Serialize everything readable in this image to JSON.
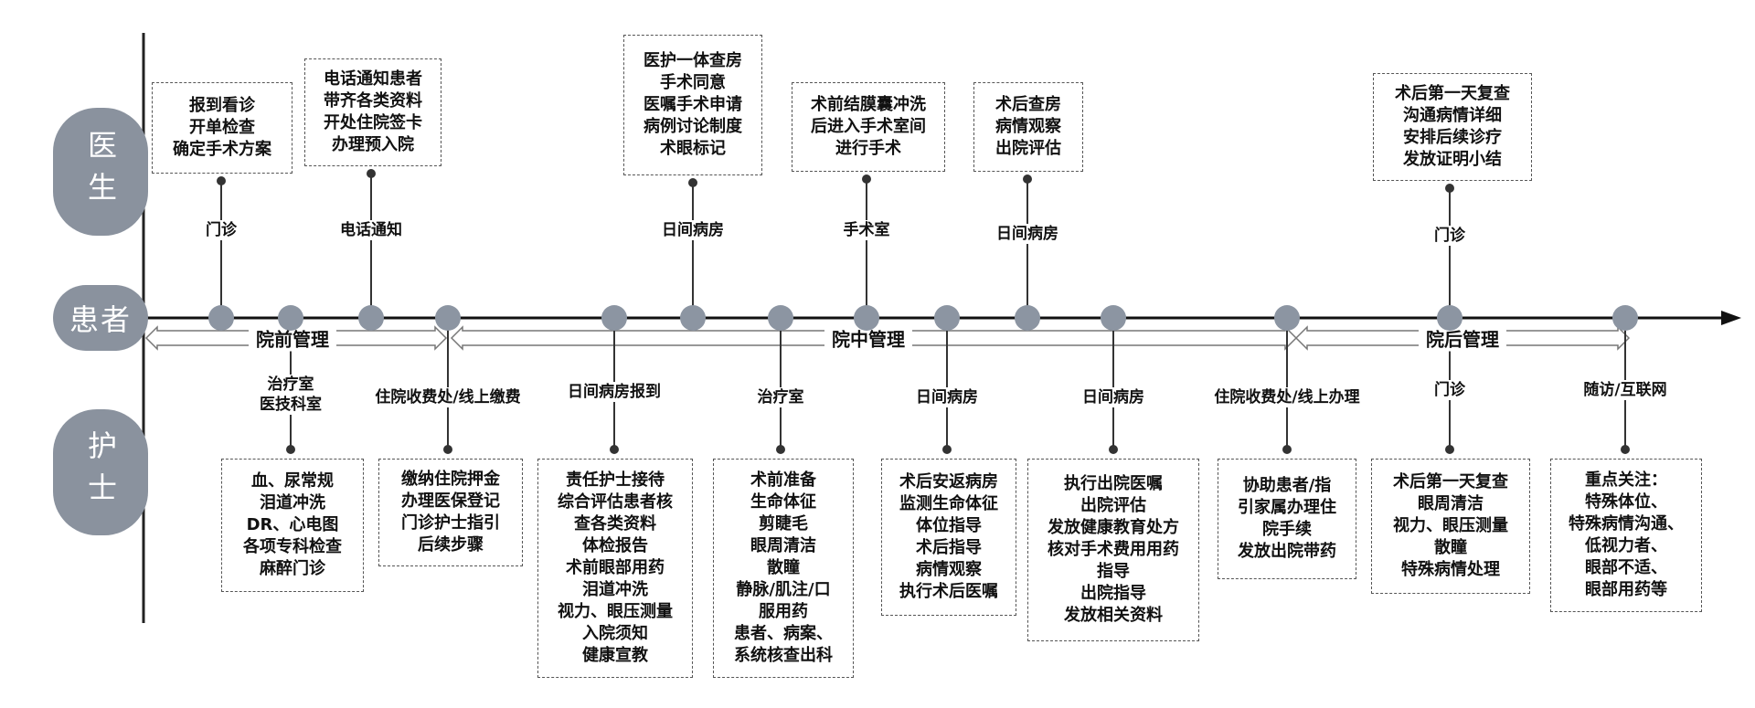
{
  "roles": {
    "doctor": "医生",
    "patient": "患者",
    "nurse": "护士"
  },
  "phases": {
    "pre": "院前管理",
    "mid": "院中管理",
    "post": "院后管理"
  },
  "doctor_nodes": [
    {
      "location": "门诊",
      "lines": [
        "报到看诊",
        "开单检查",
        "确定手术方案"
      ]
    },
    {
      "location": "电话通知",
      "lines": [
        "电话通知患者",
        "带齐各类资料",
        "开处住院签卡",
        "办理预入院"
      ]
    },
    {
      "location": "日间病房",
      "lines": [
        "医护一体查房",
        "手术同意",
        "医嘱手术申请",
        "病例讨论制度",
        "术眼标记"
      ]
    },
    {
      "location": "手术室",
      "lines": [
        "术前结膜囊冲洗",
        "后进入手术室间",
        "进行手术"
      ]
    },
    {
      "location": "日间病房",
      "lines": [
        "术后查房",
        "病情观察",
        "出院评估"
      ]
    },
    {
      "location": "门诊",
      "lines": [
        "术后第一天复查",
        "沟通病情详细",
        "安排后续诊疗",
        "发放证明小结"
      ]
    }
  ],
  "nurse_nodes": [
    {
      "location": [
        "治疗室",
        "医技科室"
      ],
      "lines": [
        "血、尿常规",
        "泪道冲洗",
        "DR、心电图",
        "各项专科检查",
        "麻醉门诊"
      ]
    },
    {
      "location": [
        "住院收费处/线上缴费"
      ],
      "lines": [
        "缴纳住院押金",
        "办理医保登记",
        "门诊护士指引",
        "后续步骤"
      ]
    },
    {
      "location": [
        "日间病房报到"
      ],
      "lines": [
        "责任护士接待",
        "综合评估患者核",
        "查各类资料",
        "体检报告",
        "术前眼部用药",
        "泪道冲洗",
        "视力、眼压测量",
        "入院须知",
        "健康宣教"
      ]
    },
    {
      "location": [
        "治疗室"
      ],
      "lines": [
        "术前准备",
        "生命体征",
        "剪睫毛",
        "眼周清洁",
        "散瞳",
        "静脉/肌注/口",
        "服用药",
        "患者、病案、",
        "系统核查出科"
      ]
    },
    {
      "location": [
        "日间病房"
      ],
      "lines": [
        "术后安返病房",
        "监测生命体征",
        "体位指导",
        "术后指导",
        "病情观察",
        "执行术后医嘱"
      ]
    },
    {
      "location": [
        "日间病房"
      ],
      "lines": [
        "执行出院医嘱",
        "出院评估",
        "发放健康教育处方",
        "核对手术费用用药",
        "指导",
        "出院指导",
        "发放相关资料"
      ]
    },
    {
      "location": [
        "住院收费处/线上办理"
      ],
      "lines": [
        "协助患者/指",
        "引家属办理住",
        "院手续",
        "发放出院带药"
      ]
    },
    {
      "location": [
        "门诊"
      ],
      "lines": [
        "术后第一天复查",
        "眼周清洁",
        "视力、眼压测量",
        "散瞳",
        "特殊病情处理"
      ]
    },
    {
      "location": [
        "随访/互联网"
      ],
      "lines": [
        "重点关注：",
        "特殊体位、",
        "特殊病情沟通、",
        "低视力者、",
        "眼部不适、",
        "眼部用药等"
      ]
    }
  ]
}
